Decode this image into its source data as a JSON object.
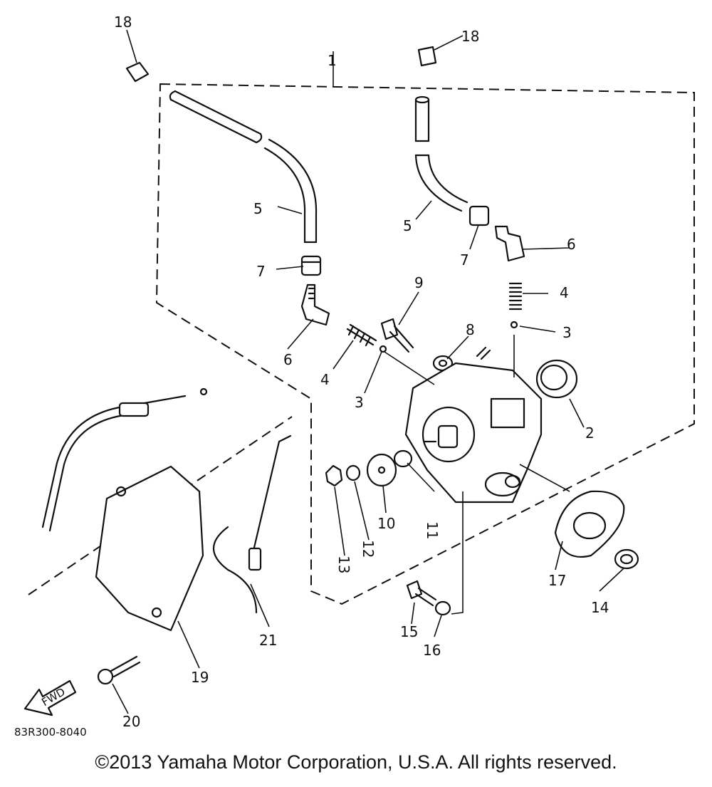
{
  "diagram": {
    "part_labels": [
      "1",
      "2",
      "3",
      "3",
      "4",
      "4",
      "5",
      "5",
      "6",
      "6",
      "7",
      "7",
      "8",
      "9",
      "10",
      "11",
      "12",
      "13",
      "14",
      "15",
      "16",
      "17",
      "18",
      "18",
      "19",
      "20",
      "21"
    ],
    "fwd_label": "FWD",
    "diagram_code": "83R300-8040",
    "copyright": "©2013 Yamaha Motor Corporation, U.S.A. All rights reserved."
  }
}
